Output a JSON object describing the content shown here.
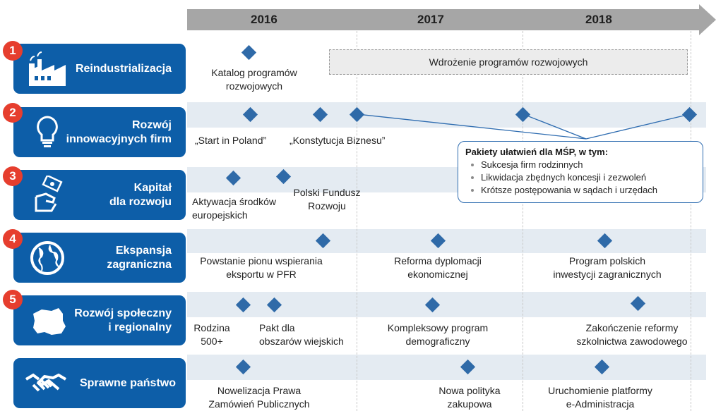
{
  "timeline": {
    "years": [
      "2016",
      "2017",
      "2018"
    ]
  },
  "rows": [
    {
      "number": "1",
      "title": [
        "Reindustrializacja"
      ],
      "icon": "factory-icon"
    },
    {
      "number": "2",
      "title": [
        "Rozwój",
        "innowacyjnych firm"
      ],
      "icon": "lightbulb-icon"
    },
    {
      "number": "3",
      "title": [
        "Kapitał",
        "dla rozwoju"
      ],
      "icon": "money-hand-icon"
    },
    {
      "number": "4",
      "title": [
        "Ekspansja",
        "zagraniczna"
      ],
      "icon": "globe-icon"
    },
    {
      "number": "5",
      "title": [
        "Rozwój społeczny",
        "i regionalny"
      ],
      "icon": "poland-map-icon"
    },
    {
      "number": "",
      "title": [
        "Sprawne państwo"
      ],
      "icon": "handshake-icon"
    }
  ],
  "milestones": {
    "r1": {
      "katalog": [
        "Katalog programów",
        "rozwojowych"
      ],
      "wdrozenie": "Wdrożenie programów rozwojowych"
    },
    "r2": {
      "start": "„Start in Poland”",
      "konstytucja": "„Konstytucja Biznesu”"
    },
    "r3": {
      "aktywacja": [
        "Aktywacja środków",
        "europejskich"
      ],
      "fundusz": [
        "Polski Fundusz",
        "Rozwoju"
      ]
    },
    "r4": {
      "pion": [
        "Powstanie pionu wspierania",
        "eksportu w PFR"
      ],
      "reforma": [
        "Reforma dyplomacji",
        "ekonomicznej"
      ],
      "program": [
        "Program polskich",
        "inwestycji zagranicznych"
      ]
    },
    "r5": {
      "rodzina": [
        "Rodzina",
        "500+"
      ],
      "pakt": [
        "Pakt dla",
        "obszarów wiejskich"
      ],
      "kompleksowy": [
        "Kompleksowy program",
        "demograficzny"
      ],
      "zakonczenie": [
        "Zakończenie reformy",
        "szkolnictwa zawodowego"
      ]
    },
    "r6": {
      "nowelizacja": [
        "Nowelizacja Prawa",
        "Zamówień Publicznych"
      ],
      "polityka": [
        "Nowa polityka",
        "zakupowa"
      ],
      "platforma": [
        "Uruchomienie platformy",
        "e-Administracja"
      ]
    }
  },
  "callout": {
    "title": "Pakiety ułatwień dla MŚP, w tym:",
    "items": [
      "Sukcesja firm rodzinnych",
      "Likwidacja zbędnych koncesji i zezwoleń",
      "Krótsze postępowania w sądach i urzędach"
    ]
  },
  "colors": {
    "category": "#0d5ea8",
    "badge": "#e63e2e",
    "diamond": "#2f6aa8",
    "band": "#e4ebf2",
    "timeline": "#a6a6a6"
  }
}
